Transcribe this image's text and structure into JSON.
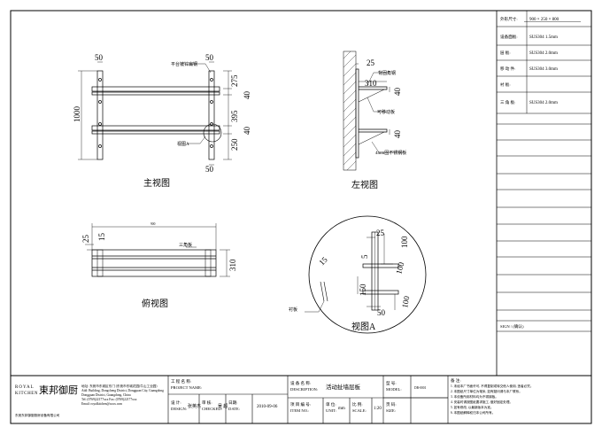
{
  "spec_table": {
    "size_label": "外形尺寸:",
    "size_value": "900 × 250 × 800",
    "rows": [
      {
        "label": "设备面板:",
        "value": "SUS304 1.5mm"
      },
      {
        "label": "层  板:",
        "value": "SUS304 2.0mm"
      },
      {
        "label": "移 动 件:",
        "value": "SUS304 3.0mm"
      },
      {
        "label": "衬  板:",
        "value": ""
      },
      {
        "label": "三 角 板:",
        "value": "SUS304 2.0mm"
      }
    ],
    "sign_label": "SIGN / (确认)"
  },
  "front_view": {
    "caption": "主视图",
    "dims": {
      "top_left": "50",
      "top_right": "50",
      "bottom_right": "50",
      "height": "1000",
      "r275": "275",
      "r40a": "40",
      "r395": "395",
      "r40b": "40",
      "r250": "250"
    },
    "callout_rail": "平台镀锌扁钢",
    "callout_view": "视图A"
  },
  "left_view": {
    "caption": "左视图",
    "dims": {
      "d25": "25",
      "d310": "310",
      "d40a": "40",
      "d40b": "40"
    },
    "callout_bracket": "背固角钢",
    "callout_moving": "可移动板",
    "callout_base": "4mm固不锈钢板"
  },
  "top_view": {
    "caption": "俯视图",
    "dims": {
      "d25": "25",
      "d15": "15",
      "d310": "310",
      "width": "900"
    },
    "callout_triangle": "三角板"
  },
  "detail_a": {
    "caption": "视图A",
    "dims": {
      "d25": "25",
      "d100a": "100",
      "d5": "5",
      "d15": "15",
      "d100b": "100",
      "d150": "150",
      "d50": "50",
      "d100c": "100"
    },
    "callout_wall": "衬板"
  },
  "title_block": {
    "logo_en_1": "ROYAL",
    "logo_en_2": "KITCHEN",
    "logo_cn": "東邦御厨",
    "company_lines": [
      "地址: 东莞市东城区东门 (东莞市东城花园(牛山工业园)",
      "Add: Building, Dongcheng District, Dongguan City, Guangdong",
      "Dongguan District, Guangdong, China",
      "Tel: (0769)22177xxx   Fax: (0769)22177xxx",
      "Email: royalkitchen@xxxx.com"
    ],
    "company_footer": "东莞东邦御厨厨房设备有限公司",
    "project_label": "工 程 名 称:",
    "project_label_en": "PROJECT NAME:",
    "design_label": "设 计:",
    "design_label_en": "DESIGN:",
    "designer": "张英杰",
    "check_label": "审 核:",
    "check_label_en": "CHECKED:",
    "checker": "吴 超",
    "date_label": "日期:",
    "date_label_en": "DATE:",
    "date_value": "2010-09-06",
    "desc_label": "设 备 名 称:",
    "desc_label_en": "DESCRIPTION:",
    "desc_value": "活动扯墙层板",
    "item_label": "项 目 编 号:",
    "item_label_en": "ITEM NO.:",
    "unit_label": "单 位:",
    "unit_label_en": "UNIT:",
    "unit_value": "mm",
    "scale_label": "比 例:",
    "scale_label_en": "SCALE:",
    "scale_value": "1:20",
    "model_label": "型 号:",
    "model_label_en": "MODEL:",
    "model_value": "DB-0001",
    "size_label": "页 码:",
    "size_label_en": "SIZE:",
    "notes_title": "备 注:",
    "notes": [
      "1. 未经本厂书面许可, 不得复制或转交他人使用, 违者必究。",
      "2. 本图纸尺寸单位为毫米, 如有疑问请与本厂联系。",
      "3. 本设备所用材料均为不锈钢板。",
      "4. 安装时请按图纸要求施工, 做好固定处理。",
      "5. 如有修改, 以最新版本为准。",
      "6. 本图纸解释权归本公司所有。"
    ]
  }
}
